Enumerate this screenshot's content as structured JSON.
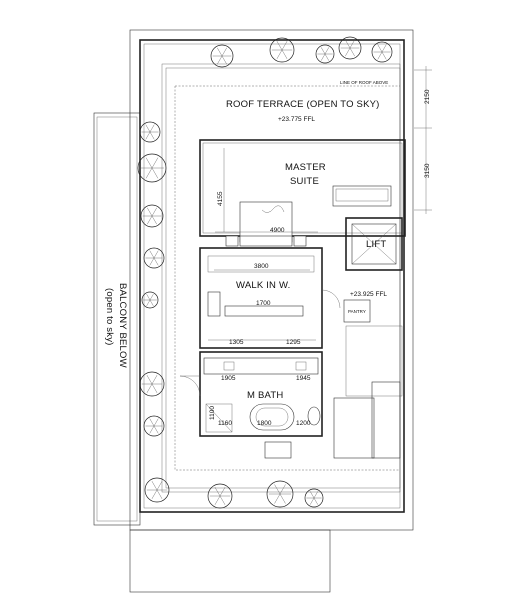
{
  "labels": {
    "roof_terrace": "ROOF TERRACE (OPEN TO SKY)",
    "master": "MASTER",
    "suite": "SUITE",
    "walk_in": "WALK IN W.",
    "m_bath": "M BATH",
    "lift": "LIFT",
    "pantry": "PANTRY",
    "balcony_line1": "BALCONY BELOW",
    "balcony_line2": "(open to sky)",
    "line_of_roof": "LINE OF ROOF ABOVE"
  },
  "levels": {
    "roof_ffl": "+23.775 FFL",
    "floor_ffl": "+23.925 FFL"
  },
  "dimensions": {
    "d2150": "2150",
    "d3150": "3150",
    "d4155": "4155",
    "d4900": "4900",
    "d3800": "3800",
    "d1700": "1700",
    "d1305": "1305",
    "d1295": "1295",
    "d1905": "1905",
    "d1945": "1945",
    "d1100": "1100",
    "d1160": "1160",
    "d1800": "1800",
    "d1200": "1200"
  }
}
